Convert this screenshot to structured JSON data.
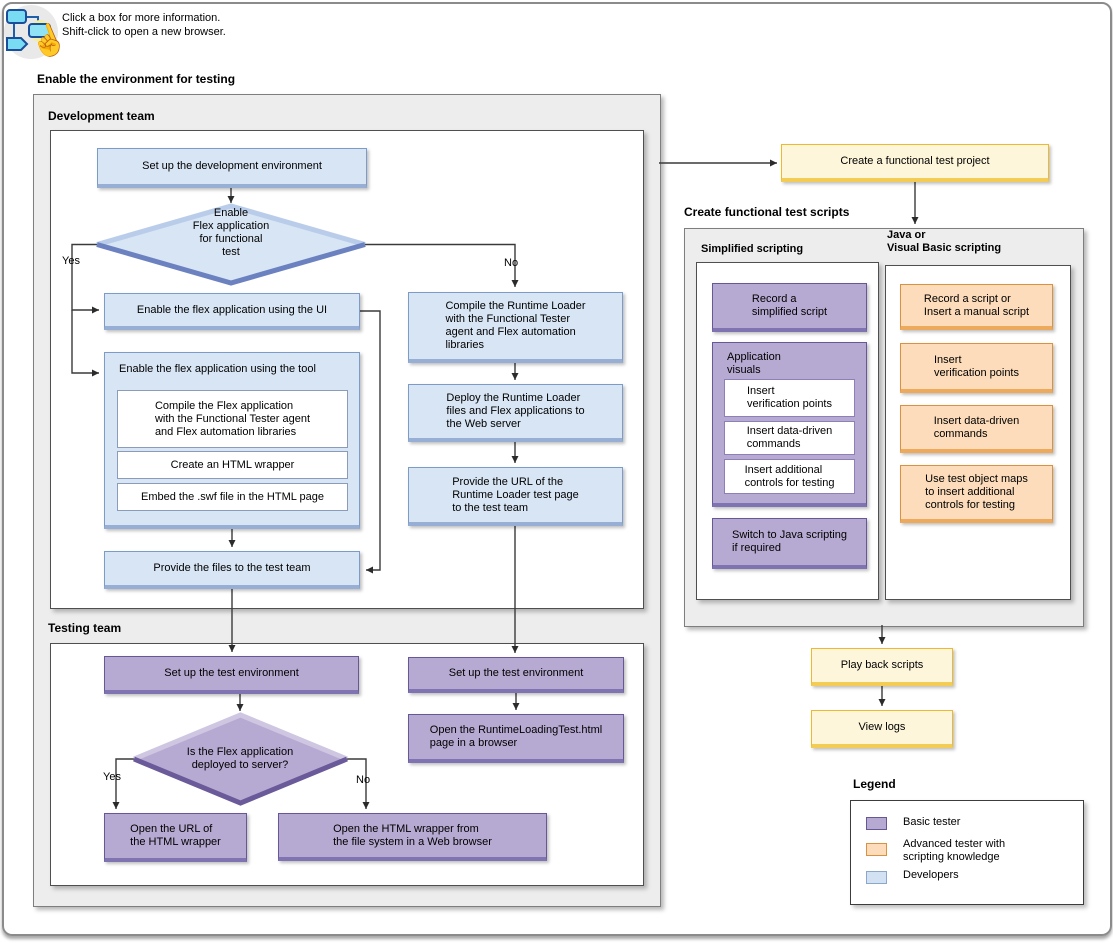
{
  "instructions": {
    "line1": "Click a box for more information.",
    "line2": "Shift-click to open a new browser."
  },
  "icons": {
    "header_icon": "flowchart-hand-cursor-icon",
    "hand_glyph": "☝"
  },
  "enable_section": {
    "title": "Enable the environment for testing",
    "dev_team": {
      "title": "Development team",
      "setup_dev": "Set up the development environment",
      "decision": "Enable\nFlex application\nfor functional\ntest",
      "yes_label": "Yes",
      "no_label": "No",
      "enable_ui": "Enable the flex application using the UI",
      "enable_tool": "Enable the flex application using the tool",
      "tool_steps": [
        "Compile the Flex application\nwith the Functional Tester agent\nand Flex automation libraries",
        "Create an HTML wrapper",
        "Embed the .swf file in the HTML page"
      ],
      "compile_runtime": "Compile the Runtime Loader\nwith the Functional Tester\nagent and Flex automation\nlibraries",
      "deploy_runtime": "Deploy the Runtime Loader\nfiles and Flex applications to\nthe Web server",
      "provide_url": "Provide the URL of the\nRuntime Loader test page\nto the test team",
      "provide_files": "Provide the files to the test team"
    },
    "test_team": {
      "title": "Testing team",
      "setup_left": "Set up the test environment",
      "setup_right": "Set up the test environment",
      "decision": "Is the Flex application\ndeployed to server?",
      "yes_label": "Yes",
      "no_label": "No",
      "open_url": "Open the URL of\nthe HTML wrapper",
      "open_wrapper": "Open the HTML wrapper from\nthe file system in a Web browser",
      "open_runtime": "Open the RuntimeLoadingTest.html\npage in a browser"
    }
  },
  "right_flow": {
    "create_project": "Create a functional test project",
    "scripts_section": {
      "title": "Create functional test scripts",
      "simplified": {
        "title": "Simplified scripting",
        "record": "Record a\nsimplified script",
        "app_visuals_label": "Application\nvisuals",
        "visual_steps": [
          "Insert\nverification points",
          "Insert data-driven\ncommands",
          "Insert additional\ncontrols for testing"
        ],
        "switch_java": "Switch to Java scripting\nif required"
      },
      "java_vb": {
        "title": "Java or\nVisual Basic scripting",
        "steps": [
          "Record a script or\nInsert a manual script",
          "Insert\nverification points",
          "Insert data-driven\ncommands",
          "Use test object maps\nto insert additional\ncontrols for testing"
        ]
      }
    },
    "play_back": "Play back scripts",
    "view_logs": "View logs"
  },
  "legend": {
    "title": "Legend",
    "items": [
      {
        "label": "Basic tester",
        "color": "#b7aad2"
      },
      {
        "label": "Advanced tester with\nscripting knowledge",
        "color": "#fcdcba"
      },
      {
        "label": "Developers",
        "color": "#d3e2f3"
      }
    ]
  },
  "colors": {
    "developer_fill": "#d8e5f4",
    "basic_tester_fill": "#b7aad2",
    "advanced_tester_fill": "#fcdcba",
    "flow_step_fill": "#fdf6da",
    "section_fill": "#ededed"
  }
}
